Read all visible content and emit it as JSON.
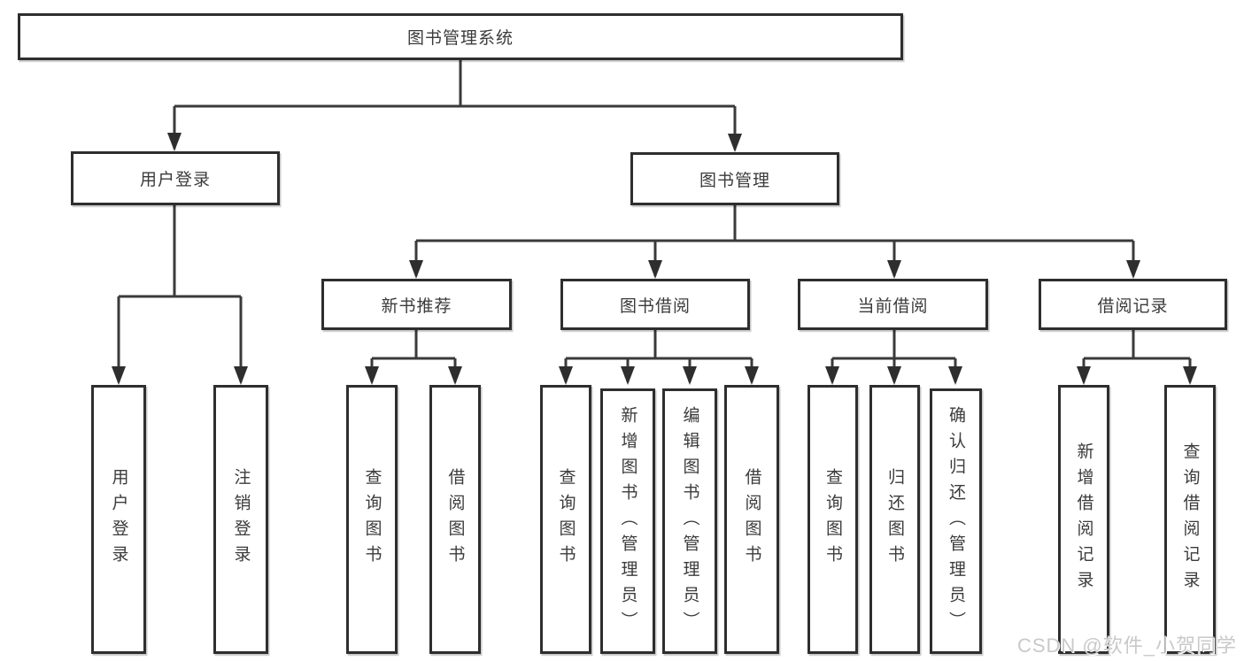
{
  "diagram": {
    "root": {
      "label": "图书管理系统"
    },
    "level2": [
      {
        "label": "用户登录"
      },
      {
        "label": "图书管理"
      }
    ],
    "level3": [
      {
        "label": "新书推荐"
      },
      {
        "label": "图书借阅"
      },
      {
        "label": "当前借阅"
      },
      {
        "label": "借阅记录"
      }
    ],
    "leaves": {
      "user_login": [
        "用户登录",
        "注销登录"
      ],
      "new_book": [
        "查询图书",
        "借阅图书"
      ],
      "book_borrow": [
        "查询图书",
        "新增图书（管理员）",
        "编辑图书（管理员）",
        "借阅图书"
      ],
      "current_borrow": [
        "查询图书",
        "归还图书",
        "确认归还（管理员）"
      ],
      "borrow_record": [
        "新增借阅记录",
        "查询借阅记录"
      ]
    }
  },
  "watermark": "CSDN @软件_小贺同学",
  "colors": {
    "line": "#3a3a3a",
    "border": "#2e2e2e",
    "text": "#3b3b3b",
    "watermark": "#c9c9c9"
  }
}
